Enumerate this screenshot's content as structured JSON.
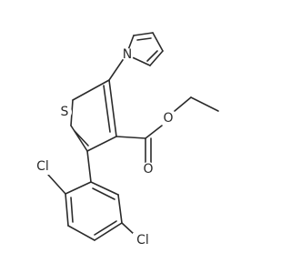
{
  "molecule": {
    "atoms": {
      "sulfur": "S",
      "pyrrole_nitrogen": "N",
      "carbonyl_oxygen": "O",
      "ester_oxygen": "O",
      "chlorine_ortho": "Cl",
      "chlorine_meta": "Cl"
    }
  }
}
